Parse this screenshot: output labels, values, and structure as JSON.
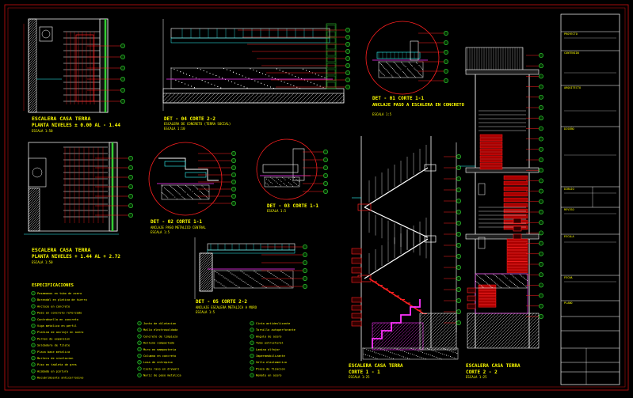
{
  "sheet": {
    "background": "#000000",
    "border_color": "#cc1111",
    "line_color": "#ffffff",
    "title_color": "#ffff00",
    "callout_color": "#33cc33",
    "accent_red": "#ff2020",
    "accent_magenta": "#ff33ff",
    "accent_cyan": "#33ffff"
  },
  "views": {
    "v1": {
      "title": "ESCALERA CASA TERRA",
      "subtitle": "PLANTA NIVELES ± 0.00 AL - 1.44",
      "scale": "ESCALA 1:50"
    },
    "v2": {
      "title": "DET - 04 CORTE 2-2",
      "subtitle": "ESCALERA DE CONCRETO (TERRA SOCIAL)",
      "scale": "ESCALA 1:10"
    },
    "v3": {
      "title": "DET - 01 CORTE 1-1",
      "subtitle": "ANCLAJE PASO A ESCALERA EN CONCRETO",
      "scale": "ESCALA 1:5"
    },
    "v4": {
      "title": "ESCALERA CASA TERRA",
      "subtitle": "PLANTA NIVELES + 1.44 AL + 2.72",
      "scale": "ESCALA 1:50"
    },
    "v5": {
      "title": "DET - 02 CORTE 1-1",
      "subtitle": "ANCLAJE PASO METALICO CENTRAL",
      "scale": "ESCALA 1:5"
    },
    "v6": {
      "title": "DET - 03 CORTE 1-1",
      "subtitle": "",
      "scale": "ESCALA 1:5"
    },
    "v7": {
      "title": "DET - 05 CORTE 2-2",
      "subtitle": "ANCLAJE ESCALERA METALICA A MURO",
      "scale": "ESCALA 1:5"
    },
    "v8": {
      "title": "ESCALERA CASA TERRA",
      "subtitle": "CORTE 1 - 1",
      "scale": "ESCALA 1:25"
    },
    "v9": {
      "title": "ESCALERA CASA TERRA",
      "subtitle": "CORTE 2 - 2",
      "scale": "ESCALA 1:25"
    }
  },
  "legend": {
    "title": "ESPECIFICACIONES",
    "items": [
      "Pasamanos en tubo de acero",
      "Barandal en platina de hierro",
      "Anclaje en concreto",
      "Paso en concreto reforzado",
      "Contrahuella en concreto",
      "Viga metalica en perfil",
      "Platina de anclaje en acero",
      "Pernos de expansion",
      "Soldadura de filete",
      "Placa base metalica",
      "Mortero de nivelacion",
      "Piso en tableta de gres",
      "Acabado en pintura",
      "Recubrimiento anticorrosivo",
      "Junta de dilatacion",
      "Malla electrosoldada",
      "Concreto de limpieza",
      "Relleno compactado",
      "Muro en mamposteria",
      "Columna en concreto",
      "Losa de entrepiso",
      "Cielo raso en drywall",
      "Nariz de paso metalica",
      "Cinta antideslizante",
      "Tornillo autoperforante",
      "Angulo de acero",
      "Tubo estructural",
      "Lamina alfajor",
      "Impermeabilizante",
      "Sello elastomerico",
      "Placa de fijacion",
      "Remate en acero"
    ]
  },
  "titleblock": {
    "fields": [
      "PROYECTO",
      "CONTENIDO",
      "ARQUITECTO",
      "DISEÑO",
      "DIBUJO",
      "REVISO",
      "ESCALA",
      "FECHA",
      "PLANO"
    ]
  }
}
